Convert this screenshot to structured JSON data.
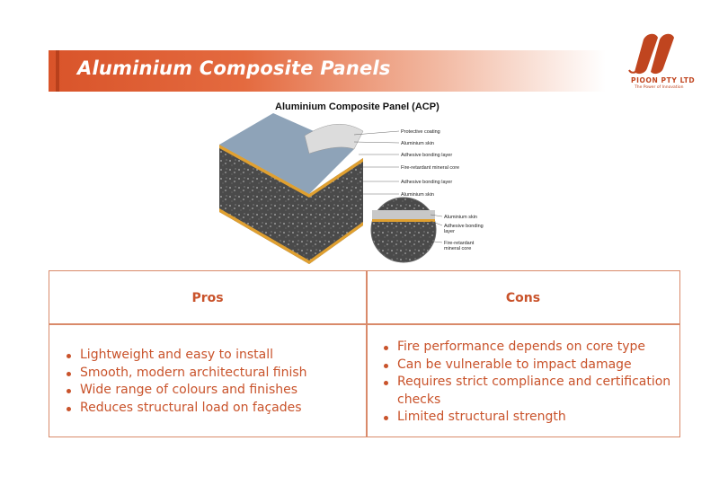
{
  "slide": {
    "title": "Aluminium Composite Panels"
  },
  "logo": {
    "name": "PIOON PTY LTD",
    "tagline": "The Power of Innovation"
  },
  "diagram": {
    "title": "Aluminium Composite Panel (ACP)",
    "labels": [
      "Protective coating",
      "Aluminium skin",
      "Adhesive bonding layer",
      "Fire-retardant mineral core",
      "Adhesive bonding layer",
      "Aluminium skin"
    ],
    "inset_labels": [
      "Aluminium skin",
      "Adhesive bonding",
      "layer",
      "Fire-retardant",
      "mineral core"
    ]
  },
  "table": {
    "pros_header": "Pros",
    "cons_header": "Cons",
    "pros": [
      "Lightweight and easy to install",
      "Smooth, modern architectural finish",
      "Wide range of colours and finishes",
      "Reduces structural load on façades"
    ],
    "cons": [
      "Fire performance depends on core type",
      "Can be vulnerable to impact damage",
      "Requires strict compliance and certification checks",
      "Limited structural strength"
    ]
  },
  "colors": {
    "accent": "#d9542a",
    "text_accent": "#c9532b",
    "border": "#d98a6a"
  }
}
